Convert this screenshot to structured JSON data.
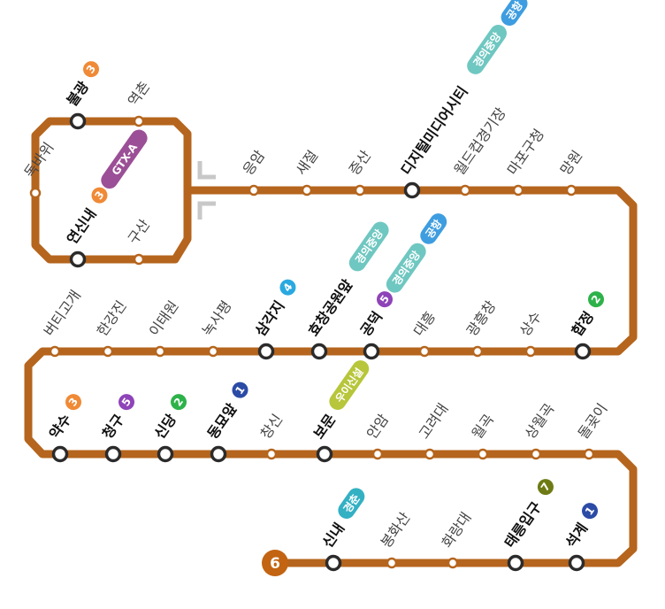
{
  "line": {
    "number": "6",
    "color": "#B5651D",
    "terminal_color": "#C26412"
  },
  "line_colors": {
    "1": "#2B4BA6",
    "2": "#2DB24A",
    "3": "#F08A36",
    "4": "#2AA9E0",
    "5": "#8E44B8",
    "7": "#6E7B14"
  },
  "rail_colors": {
    "GTX-A": "#9B4F96",
    "경의중앙": "#6FC7C1",
    "공항": "#3E9DE0",
    "우이신설": "#B7C63A",
    "경춘": "#34B0C3"
  },
  "loop_stations": [
    {
      "id": "bulgwang",
      "name": "불광",
      "major": true,
      "transfers": [
        "3"
      ]
    },
    {
      "id": "yeokchon",
      "name": "역촌",
      "major": false,
      "transfers": []
    },
    {
      "id": "dokbawi",
      "name": "독바위",
      "major": false,
      "transfers": []
    },
    {
      "id": "yeonsinnae",
      "name": "연신내",
      "major": true,
      "transfers": [
        "3",
        "GTX-A"
      ]
    },
    {
      "id": "gusan",
      "name": "구산",
      "major": false,
      "transfers": []
    }
  ],
  "rows": [
    [
      {
        "name": "응암",
        "major": false,
        "transfers": []
      },
      {
        "name": "새절",
        "major": false,
        "transfers": []
      },
      {
        "name": "증산",
        "major": false,
        "transfers": []
      },
      {
        "name": "디지털미디어시티",
        "major": true,
        "transfers": [
          "경의중앙",
          "공항"
        ]
      },
      {
        "name": "월드컵경기장",
        "major": false,
        "transfers": []
      },
      {
        "name": "마포구청",
        "major": false,
        "transfers": []
      },
      {
        "name": "망원",
        "major": false,
        "transfers": []
      }
    ],
    [
      {
        "name": "버티고개",
        "major": false,
        "transfers": []
      },
      {
        "name": "한강진",
        "major": false,
        "transfers": []
      },
      {
        "name": "이태원",
        "major": false,
        "transfers": []
      },
      {
        "name": "녹사평",
        "major": false,
        "transfers": []
      },
      {
        "name": "삼각지",
        "major": true,
        "transfers": [
          "4"
        ]
      },
      {
        "name": "효창공원앞",
        "major": true,
        "transfers": [
          "경의중앙"
        ]
      },
      {
        "name": "공덕",
        "major": true,
        "transfers": [
          "5",
          "경의중앙",
          "공항"
        ]
      },
      {
        "name": "대흥",
        "major": false,
        "transfers": []
      },
      {
        "name": "광흥창",
        "major": false,
        "transfers": []
      },
      {
        "name": "상수",
        "major": false,
        "transfers": []
      },
      {
        "name": "합정",
        "major": true,
        "transfers": [
          "2"
        ]
      }
    ],
    [
      {
        "name": "약수",
        "major": true,
        "transfers": [
          "3"
        ]
      },
      {
        "name": "청구",
        "major": true,
        "transfers": [
          "5"
        ]
      },
      {
        "name": "신당",
        "major": true,
        "transfers": [
          "2"
        ]
      },
      {
        "name": "동묘앞",
        "major": true,
        "transfers": [
          "1"
        ]
      },
      {
        "name": "창신",
        "major": false,
        "transfers": []
      },
      {
        "name": "보문",
        "major": true,
        "transfers": [
          "우이신설"
        ]
      },
      {
        "name": "안암",
        "major": false,
        "transfers": []
      },
      {
        "name": "고려대",
        "major": false,
        "transfers": []
      },
      {
        "name": "월곡",
        "major": false,
        "transfers": []
      },
      {
        "name": "상월곡",
        "major": false,
        "transfers": []
      },
      {
        "name": "돌곶이",
        "major": false,
        "transfers": []
      }
    ],
    [
      {
        "name": "신내",
        "major": true,
        "transfers": [
          "경춘"
        ]
      },
      {
        "name": "봉화산",
        "major": false,
        "transfers": []
      },
      {
        "name": "화랑대",
        "major": false,
        "transfers": []
      },
      {
        "name": "태릉입구",
        "major": true,
        "transfers": [
          "7"
        ]
      },
      {
        "name": "석계",
        "major": true,
        "transfers": [
          "1"
        ]
      }
    ]
  ]
}
